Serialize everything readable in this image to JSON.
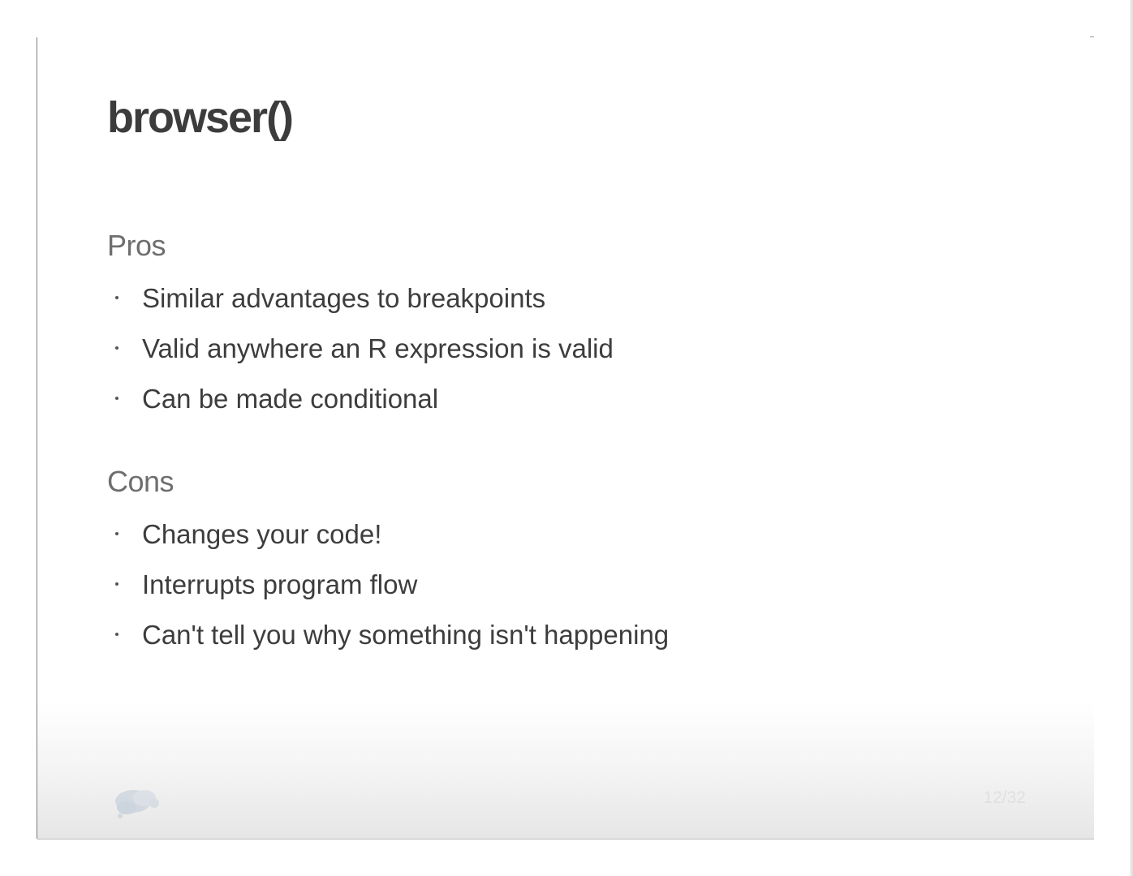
{
  "slide": {
    "title": "browser()",
    "sections": [
      {
        "heading": "Pros",
        "bullets": [
          "Similar advantages to breakpoints",
          "Valid anywhere an R expression is valid",
          "Can be made conditional"
        ]
      },
      {
        "heading": "Cons",
        "bullets": [
          "Changes your code!",
          "Interrupts program flow",
          "Can't tell you why something isn't happening"
        ]
      }
    ],
    "footer": {
      "logo_icon": "rstudio-logo-icon",
      "slide_number": "12/32"
    }
  }
}
